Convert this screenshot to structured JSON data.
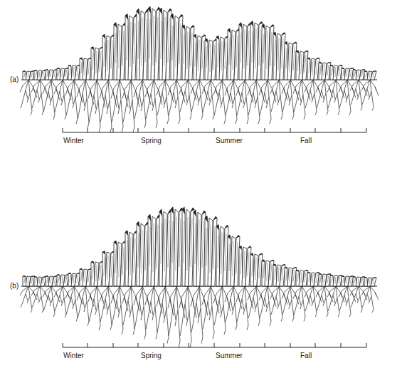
{
  "diagram": {
    "labels": [
      "(a)",
      "Winter",
      "Spring",
      "Summer",
      "Fall",
      "(b)",
      "Winter",
      "Spring",
      "Summer",
      "Fall"
    ]
  }
}
